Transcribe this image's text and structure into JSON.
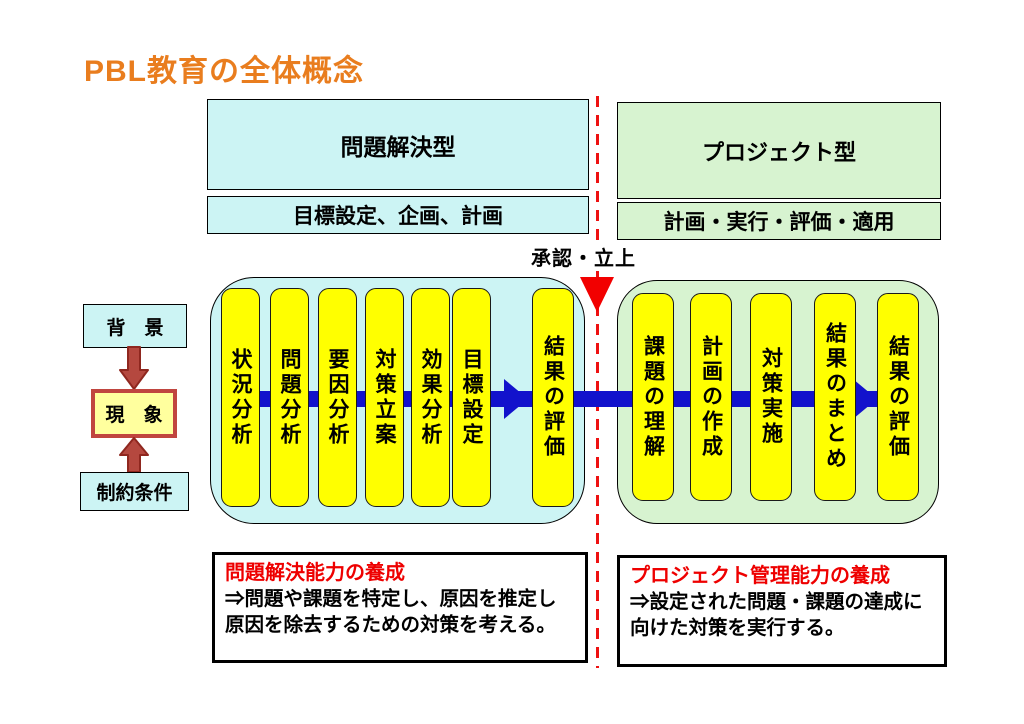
{
  "slide_title": "PBL教育の全体概念",
  "divider": {
    "label": "承認・立上"
  },
  "left_track": {
    "header": "問題解決型",
    "subheader": "目標設定、企画、計画",
    "steps": [
      "状況分析",
      "問題分析",
      "要因分析",
      "対策立案",
      "効果分析",
      "目標設定",
      "結果の評価"
    ],
    "summary": {
      "title": "問題解決能力の養成",
      "body": "⇒問題や課題を特定し、原因を推定し\n原因を除去するための対策を考える。"
    }
  },
  "right_track": {
    "header": "プロジェクト型",
    "subheader": "計画・実行・評価・適用",
    "steps": [
      "課題の理解",
      "計画の作成",
      "対策実施",
      "結果のまとめ",
      "結果の評価"
    ],
    "summary": {
      "title": "プロジェクト管理能力の養成",
      "body": "⇒設定された問題・課題の達成に\n向けた対策を実行する。"
    }
  },
  "context_chain": {
    "background": "背　景",
    "phenomenon": "現　象",
    "constraints": "制約条件"
  },
  "colors": {
    "title_orange": "#E97D1E",
    "divider_red": "#EE1111",
    "flow_blue": "#1212CC",
    "step_yellow": "#FFFF00",
    "panel_cyan": "#CCF4F4",
    "panel_green": "#D7F3D0",
    "phenomenon_yellow": "#FFFF9E",
    "context_arrow_red": "#B5483F",
    "summary_red": "#EE0000"
  }
}
